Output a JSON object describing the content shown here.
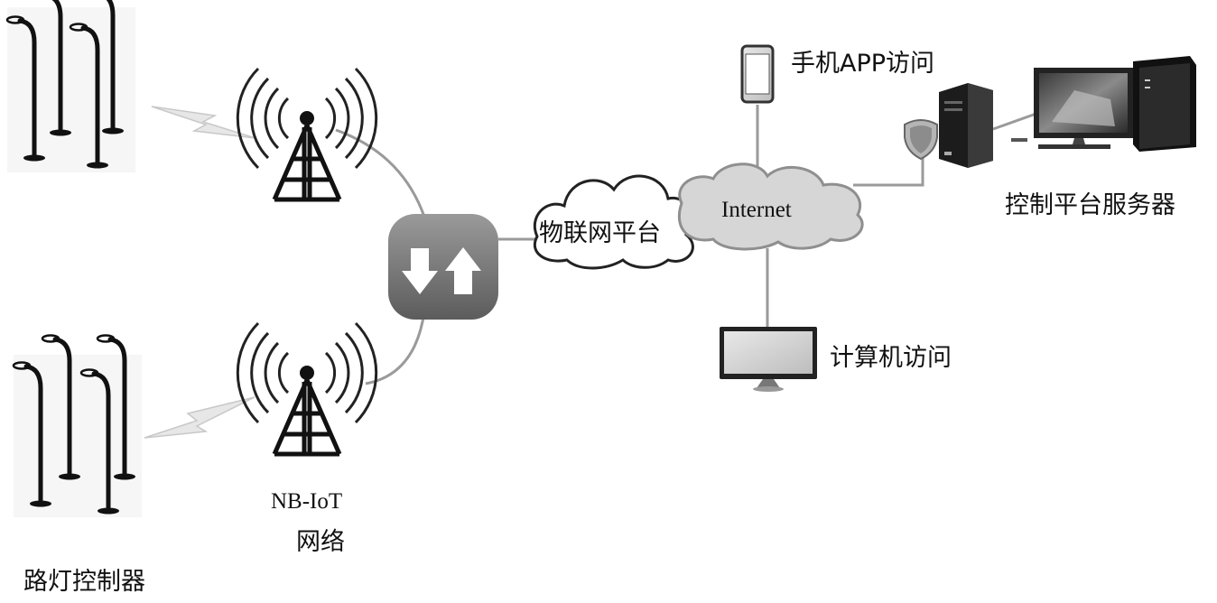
{
  "labels": {
    "street_lamp_controller": "路灯控制器",
    "nbiot_network_line1": "NB-IoT",
    "nbiot_network_line2": "网络",
    "iot_platform": "物联网平台",
    "internet": "Internet",
    "mobile_app_access": "手机APP访问",
    "computer_access": "计算机访问",
    "control_platform_server": "控制平台服务器"
  },
  "icons": {
    "street_lamps_top": "street-lamp-group-icon",
    "street_lamps_bottom": "street-lamp-group-icon",
    "tower_top": "signal-tower-icon",
    "tower_bottom": "signal-tower-icon",
    "gateway": "up-down-arrows-icon",
    "iot_cloud": "cloud-icon",
    "internet_cloud": "cloud-icon",
    "phone": "smartphone-icon",
    "monitor": "monitor-icon",
    "server": "server-tower-icon",
    "firewall": "shield-icon",
    "workstation": "desktop-computer-icon"
  }
}
